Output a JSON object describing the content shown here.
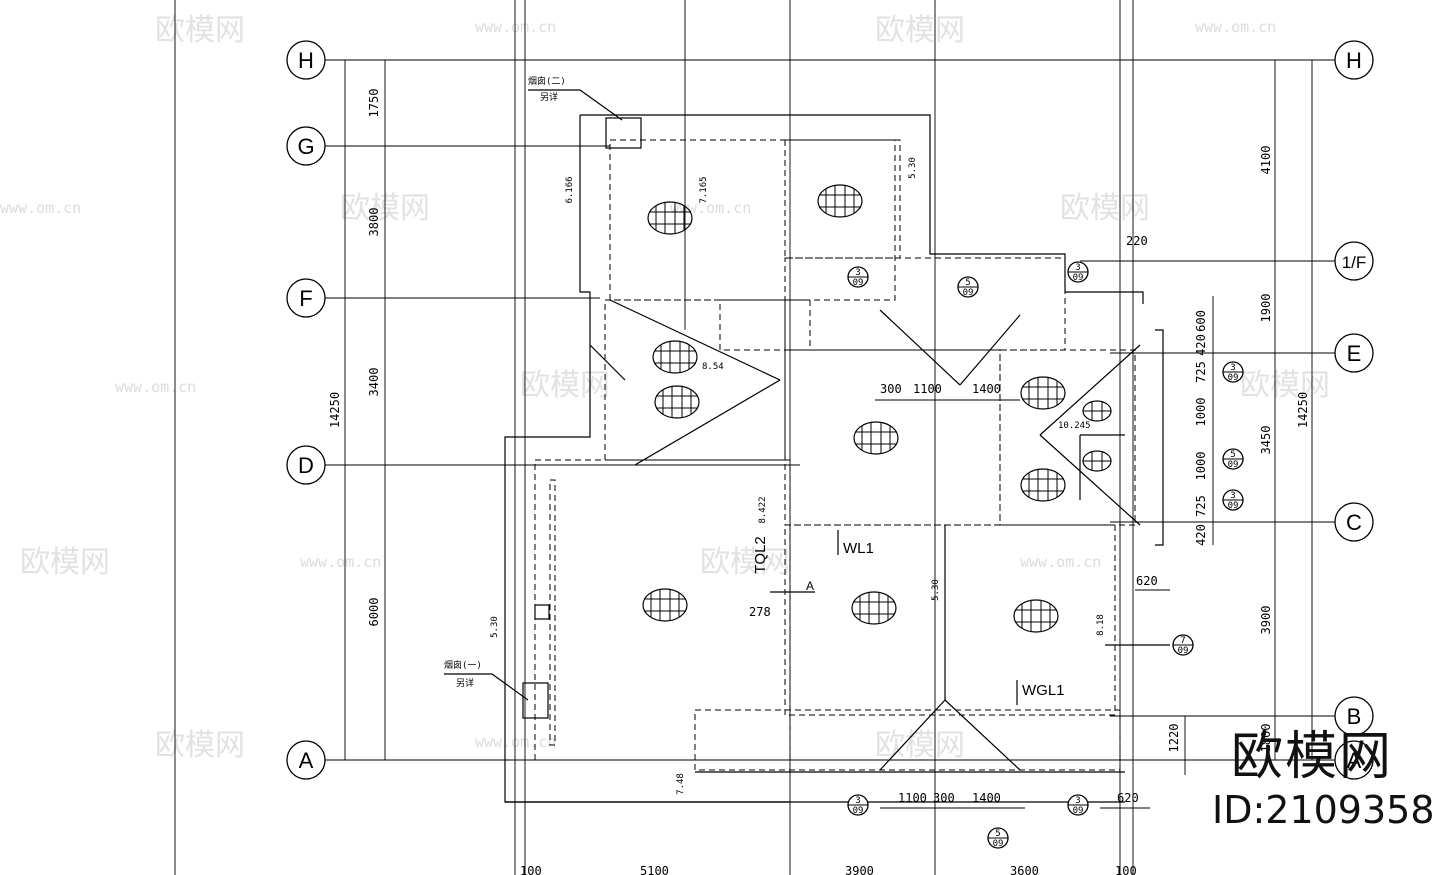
{
  "axes_horizontal": [
    "H",
    "G",
    "F",
    "D",
    "A",
    "1/F",
    "E",
    "C",
    "B"
  ],
  "left_dims": [
    "1750",
    "3800",
    "3400",
    "14250",
    "6000"
  ],
  "right_dims": [
    "4100",
    "1900",
    "3450",
    "14250",
    "3900",
    "1800",
    "1220"
  ],
  "right_small_dims": [
    "220",
    "600",
    "420",
    "725",
    "1000",
    "1000",
    "725",
    "420",
    "620"
  ],
  "inner_dims": [
    "300",
    "1100",
    "1400",
    "1100",
    "300",
    "1400",
    "620",
    "278"
  ],
  "bottom_dims": [
    "100",
    "5100",
    "3900",
    "3600",
    "100"
  ],
  "labels": {
    "wl1": "WL1",
    "wgl1": "WGL1",
    "tql2": "TQL2",
    "a_mark": "A",
    "chimney_top": "烟囱(二)",
    "chimney_bottom": "烟囱(一)",
    "see_detail": "另详"
  },
  "elevations": [
    "6.166",
    "7.165",
    "5.30",
    "8.54",
    "10.245",
    "8.422",
    "5.30",
    "5.30",
    "8.18",
    "7.48"
  ],
  "detail_marks": [
    {
      "num": "3",
      "sheet": "09"
    },
    {
      "num": "5",
      "sheet": "09"
    },
    {
      "num": "3",
      "sheet": "09"
    },
    {
      "num": "3",
      "sheet": "09"
    },
    {
      "num": "5",
      "sheet": "09"
    },
    {
      "num": "3",
      "sheet": "09"
    },
    {
      "num": "7",
      "sheet": "09"
    },
    {
      "num": "3",
      "sheet": "09"
    },
    {
      "num": "3",
      "sheet": "09"
    },
    {
      "num": "5",
      "sheet": "09"
    }
  ],
  "watermark": {
    "text": "欧模网",
    "url": "www.om.cn"
  },
  "brand": {
    "name": "欧模网",
    "id": "ID:2109358"
  }
}
